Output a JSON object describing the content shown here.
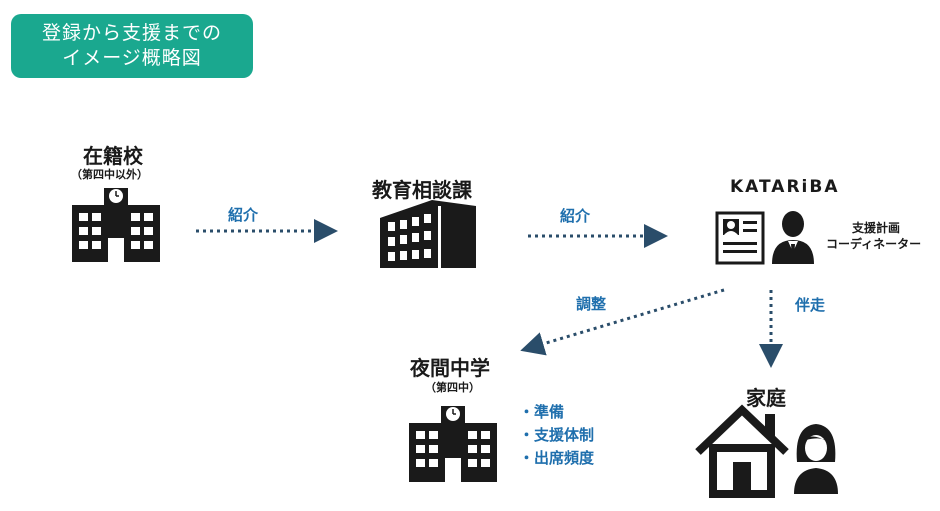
{
  "title_badge": {
    "line1": "登録から支援までの",
    "line2": "イメージ概略図"
  },
  "nodes": {
    "school": {
      "name": "在籍校",
      "sub": "（第四中以外）"
    },
    "education_office": {
      "name": "教育相談課"
    },
    "katariba": {
      "logo": "KATARiBA",
      "role_line1": "支援計画",
      "role_line2": "コーディネーター"
    },
    "night_school": {
      "name": "夜間中学",
      "sub": "（第四中）"
    },
    "family": {
      "name": "家庭"
    }
  },
  "edges": {
    "school_to_office": "紹介",
    "office_to_katariba": "紹介",
    "katariba_to_night_school": "調整",
    "katariba_to_family": "伴走"
  },
  "night_school_support": [
    "・準備",
    "・支援体制",
    "・出席頻度"
  ],
  "colors": {
    "accent": "#1aa88f",
    "edge": "#2a4d6a",
    "label": "#1f6fad",
    "icon": "#1a1a1a"
  },
  "icons": [
    "school-building-icon",
    "office-building-icon",
    "document-icon",
    "person-icon",
    "house-icon",
    "woman-icon"
  ]
}
